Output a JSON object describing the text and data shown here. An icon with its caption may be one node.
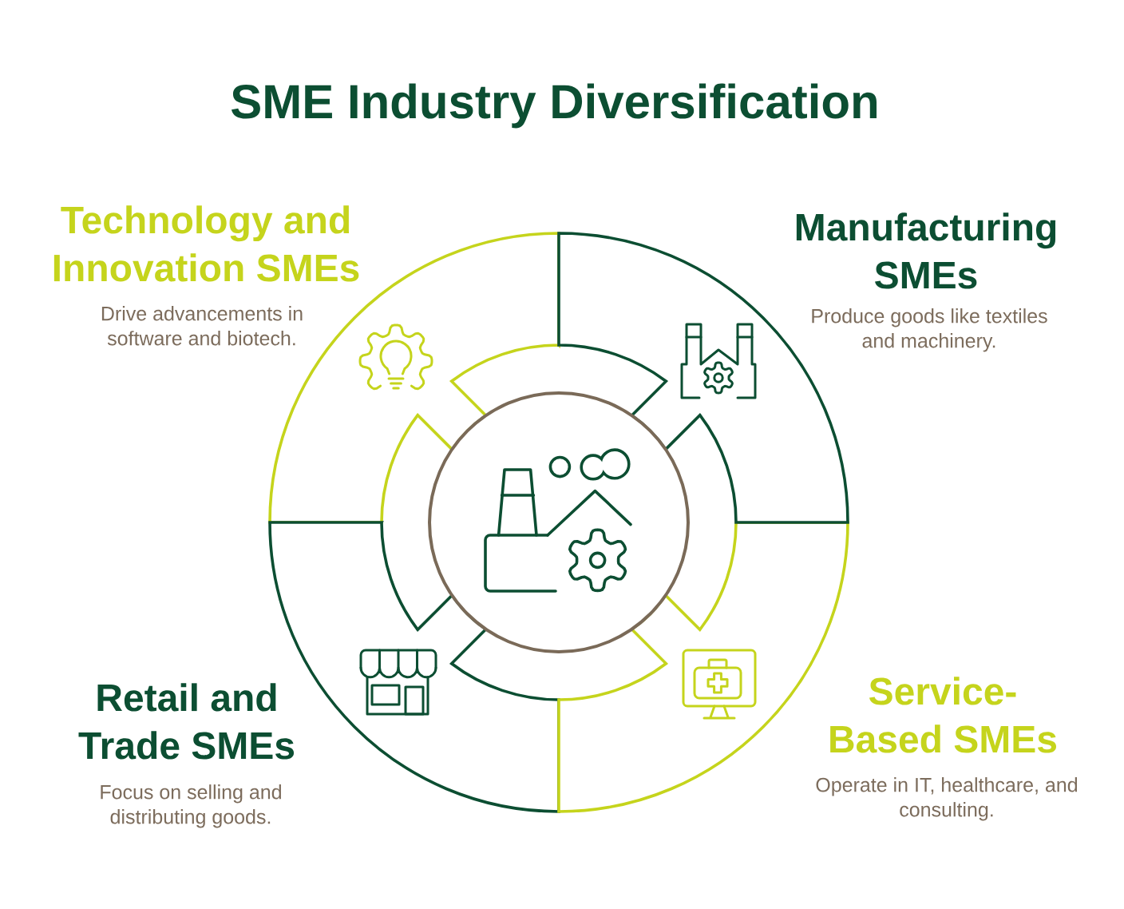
{
  "diagram": {
    "title": "SME Industry Diversification",
    "nodes": [
      {
        "text": [
          "Technology and Innovation SMEs",
          "Drive advancements in software and biotech."
        ]
      },
      {
        "text": [
          "Manufacturing SMEs",
          "Produce goods like textiles and machinery."
        ]
      },
      {
        "text": [
          "Retail and Trade SMEs",
          "Focus on selling and distributing goods."
        ]
      },
      {
        "text": [
          "Service- Based SMEs",
          "Operate in IT, healthcare, and consulting."
        ]
      },
      {
        "text": [],
        "shape": "circle"
      }
    ]
  }
}
